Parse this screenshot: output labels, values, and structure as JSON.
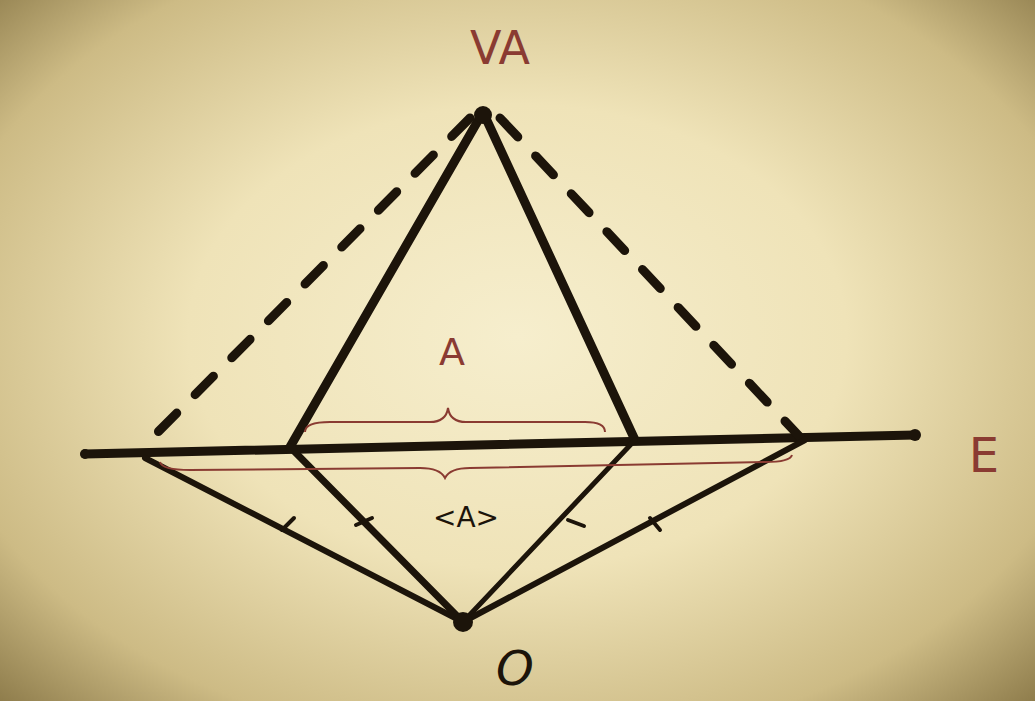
{
  "diagram": {
    "labels": [
      "VA",
      "A",
      "<A>",
      "E",
      "O"
    ]
  }
}
